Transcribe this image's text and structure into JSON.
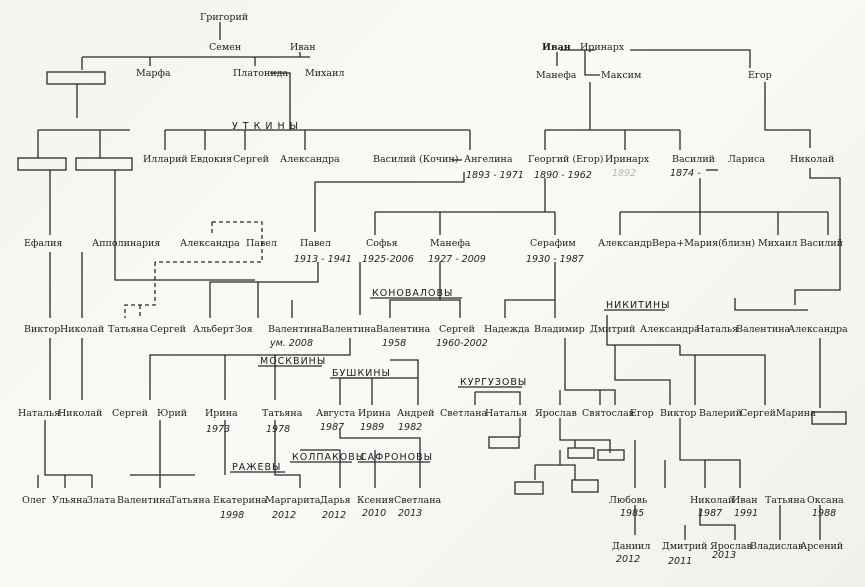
{
  "people": {
    "grigory": "Григорий",
    "semen": "Семен",
    "ivan_top": "Иван",
    "marfa": "Марфа",
    "platonida": "Платонида",
    "mikhail_top": "Михаил",
    "ivan_right": "Иван",
    "irinarkh_top": "Иринарх",
    "manefa_top": "Манефа",
    "maksim": "Максим",
    "egor": "Егор",
    "illariy": "Илларий",
    "evdokiya": "Евдокия",
    "sergey_u": "Сергей",
    "aleksandra_u": "Александра",
    "vasiliy_kochin": "Василий (Кочин)",
    "angelina": "Ангелина",
    "georgiy": "Георгий (Егор)",
    "irinarkh2": "Иринарх",
    "vasiliy2": "Василий",
    "larisa": "Лариса",
    "nikolay_r": "Николай",
    "efaliya": "Ефалия",
    "apollinariya": "Апполинария",
    "aleksandra2": "Александра",
    "pavel_dash": "Павел",
    "pavel": "Павел",
    "sofya": "Софья",
    "manefa2": "Манефа",
    "serafim": "Серафим",
    "aleksandr": "Александр",
    "vera_mariya": "Вера+Мария(близн)",
    "mikhail2": "Михаил",
    "vasiliy3": "Василий",
    "viktor1": "Виктор",
    "nikolay1": "Николай",
    "tatyana1": "Татьяна",
    "sergey1": "Сергей",
    "albert": "Альберт",
    "zoya": "Зоя",
    "valentina1": "Валентина",
    "valentina2": "Валентина",
    "valentina3": "Валентина",
    "sergey2": "Сергей",
    "nadezhda": "Надежда",
    "vladimir": "Владимир",
    "dmitriy": "Дмитрий",
    "aleksandra3": "Александра",
    "natalya1": "Наталья",
    "valentina4": "Валентина",
    "aleksandra4": "Александра",
    "natalya2": "Наталья",
    "nikolay2": "Николай",
    "sergey3": "Сергей",
    "yuriy": "Юрий",
    "irina1": "Ирина",
    "tatyana2": "Татьяна",
    "avgusta": "Августа",
    "irina2": "Ирина",
    "andrey": "Андрей",
    "svetlana1": "Светлана",
    "natalya3": "Наталья",
    "yaroslav1": "Ярослав",
    "svyatoslav": "Святослав",
    "egor2": "Егор",
    "viktor2": "Виктор",
    "valeriy": "Валерий",
    "sergey4": "Сергей",
    "marina": "Марина",
    "oleg": "Олег",
    "ulyana": "Ульяна",
    "zlata": "Злата",
    "valentina5": "Валентина",
    "tatyana3": "Татьяна",
    "ekaterina": "Екатерина",
    "margarita": "Маргарита",
    "darya": "Дарья",
    "kseniya": "Ксения",
    "svetlana2": "Светлана",
    "lyubov": "Любовь",
    "nikolay3": "Николай",
    "ivan3": "Иван",
    "tatyana4": "Татьяна",
    "oksana": "Оксана",
    "daniil": "Даниил",
    "dmitriy2": "Дмитрий",
    "yaroslav2": "Ярослав",
    "vladislav": "Владислав",
    "arseniy": "Арсений"
  },
  "years": {
    "angelina": "1893 - 1971",
    "georgiy": "1890 - 1962",
    "irinarkh2": "1892",
    "vasiliy2": "1874 -",
    "pavel": "1913 - 1941",
    "sofya": "1925-2006",
    "manefa2": "1927 - 2009",
    "serafim": "1930 - 1987",
    "valentina1": "ум. 2008",
    "valentina3": "1958",
    "sergey2": "1960-2002",
    "irina1": "1973",
    "tatyana2": "1978",
    "avgusta": "1987",
    "irina2": "1989",
    "andrey": "1982",
    "ekaterina": "1998",
    "margarita": "2012",
    "darya": "2012",
    "kseniya": "2010",
    "svetlana2": "2013",
    "lyubov": "1985",
    "nikolay3": "1987",
    "ivan3": "1991",
    "oksana": "1988",
    "daniil": "2012",
    "dmitriy2": "2011",
    "yaroslav2": "2013"
  },
  "surnames": {
    "utkiny": "У Т К И Н Ы",
    "konovalovy": "КОНОВАЛОВЫ",
    "nikitiny": "НИКИТИНЫ",
    "moskviny": "МОСКВИНЫ",
    "bushkiny": "БУШКИНЫ",
    "kurguzovy": "КУРГУЗОВЫ",
    "razhevy": "РАЖЕВЫ",
    "kolpakovy": "КОЛПАКОВЫ",
    "safronovy": "САФРОНОВЫ"
  }
}
